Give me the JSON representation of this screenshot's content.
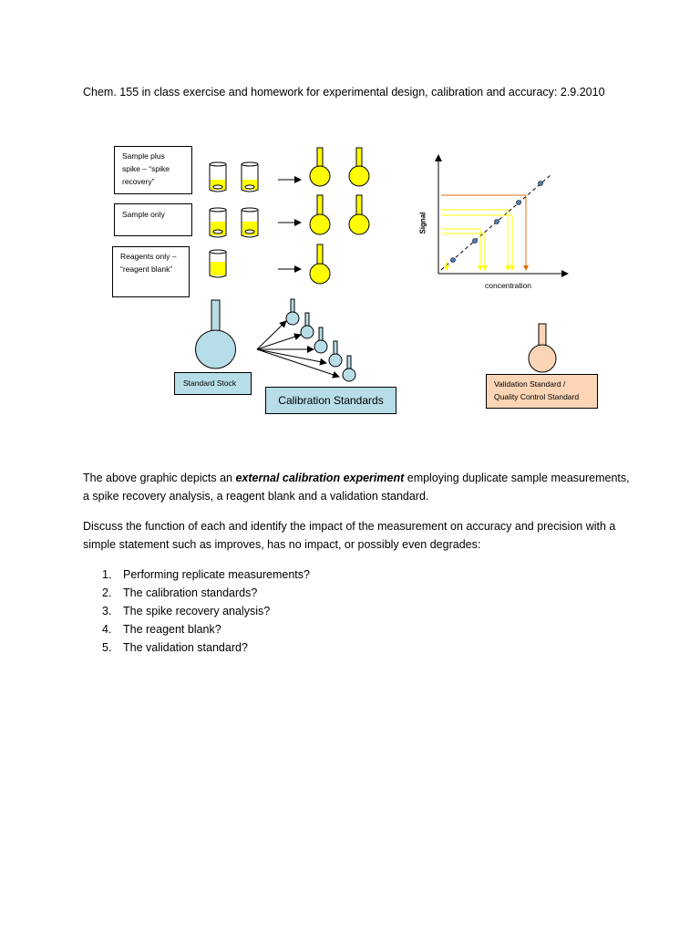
{
  "title": "Chem. 155 in class exercise and homework for experimental design, calibration and accuracy: 2.9.2010",
  "figure": {
    "box_spike": "Sample plus spike – “spike recovery”",
    "box_sample": "Sample only",
    "box_blank": "Reagents only – “reagent blank”",
    "standard_stock": "Standard Stock",
    "calibration_standards": "Calibration Standards",
    "validation_standard": "Validation Standard / Quality Control Standard",
    "signal_label": "Signal",
    "concentration_label": "concentration"
  },
  "paragraph1": {
    "before": "The above graphic depicts an ",
    "emphasis": "external calibration experiment",
    "after": " employing duplicate sample measurements, a spike recovery analysis, a reagent blank and a validation standard."
  },
  "paragraph2": "Discuss the function of each and identify the impact of the measurement on accuracy and precision with a simple statement such as improves, has no impact, or possibly even degrades:",
  "questions": [
    {
      "num": "1.",
      "text": "Performing replicate measurements?"
    },
    {
      "num": "2.",
      "text": "The calibration standards?"
    },
    {
      "num": "3.",
      "text": "The spike recovery analysis?"
    },
    {
      "num": "4.",
      "text": "The reagent blank?"
    },
    {
      "num": "5.",
      "text": "The validation standard?"
    }
  ],
  "colors": {
    "yellow": "#ffff00",
    "blue": "#b7dde8",
    "orange": "#fbd5b5",
    "arrow_orange": "#e46c0a"
  }
}
